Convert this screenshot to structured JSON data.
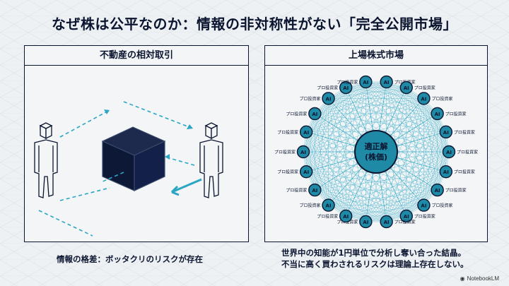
{
  "title": "なぜ株は公平なのか：情報の非対称性がない「完全公開市場」",
  "left_panel": {
    "heading": "不動産の相対取引",
    "caption": "情報の格差：ボッタクリのリスクが存在"
  },
  "right_panel": {
    "heading": "上場株式市場",
    "center_label_line1": "適正解",
    "center_label_line2": "(株価)",
    "node_label": "AI",
    "investor_label": "プロ投資家",
    "caption_line1": "世界中の知能が1円単位で分析し奪い合った結晶。",
    "caption_line2": "不当に高く買わされるリスクは理論上存在しない。"
  },
  "branding": {
    "name": "NotebookLM",
    "logo_icon": "notebooklm-logo-icon"
  },
  "colors": {
    "navy": "#0b1530",
    "teal": "#2aa6c4",
    "node_fill": "#1f8aa6",
    "background": "#eef1f3"
  }
}
